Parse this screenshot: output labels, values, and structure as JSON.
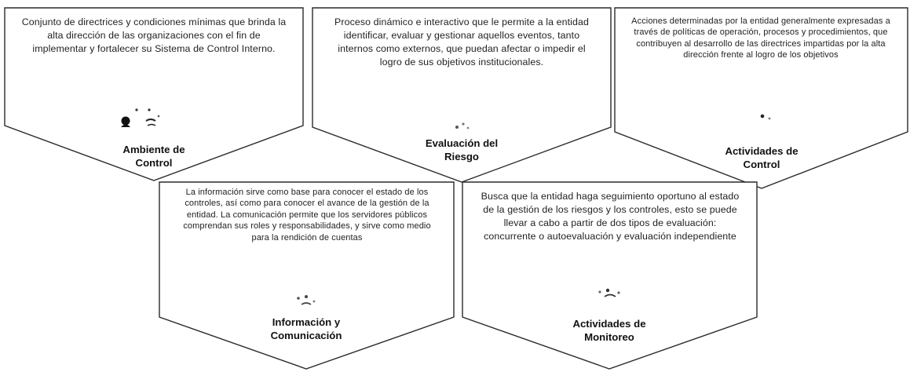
{
  "colors": {
    "outline": "#2a2a2a",
    "fill": "#ffffff",
    "text": "#222222",
    "title": "#111111"
  },
  "components": [
    {
      "id": "ambiente",
      "description": "Conjunto de directrices y condiciones mínimas que brinda la alta dirección de las organizaciones con el fin de implementar y fortalecer su Sistema de Control Interno.",
      "title_line1": "Ambiente de",
      "title_line2": "Control",
      "icon": "people-icon"
    },
    {
      "id": "evaluacion",
      "description": "Proceso dinámico e interactivo que le permite a la entidad identificar, evaluar y gestionar aquellos eventos, tanto internos como externos, que puedan afectar o impedir el logro de sus objetivos institucionales.",
      "title_line1": "Evaluación del",
      "title_line2": "Riesgo",
      "icon": "risk-icon"
    },
    {
      "id": "actividades-control",
      "description": "Acciones determinadas por la entidad generalmente expresadas a través de políticas de operación, procesos y procedimientos, que contribuyen al desarrollo de las directrices impartidas por la alta dirección frente al logro de los objetivos",
      "title_line1": "Actividades de",
      "title_line2": "Control",
      "icon": "control-icon"
    },
    {
      "id": "informacion",
      "description": "La información sirve como base para conocer el estado de los controles, así como para conocer el avance de la gestión de la entidad. La comunicación permite que los servidores públicos comprendan sus roles y responsabilidades, y sirve como medio para la rendición de cuentas",
      "title_line1": "Información y",
      "title_line2": "Comunicación",
      "icon": "communication-icon"
    },
    {
      "id": "monitoreo",
      "description": "Busca que la entidad haga seguimiento oportuno al estado de la gestión de los riesgos y los controles, esto se puede llevar a cabo a partir de dos tipos de evaluación: concurrente o autoevaluación y evaluación independiente",
      "title_line1": "Actividades de",
      "title_line2": "Monitoreo",
      "icon": "monitoring-icon"
    }
  ]
}
